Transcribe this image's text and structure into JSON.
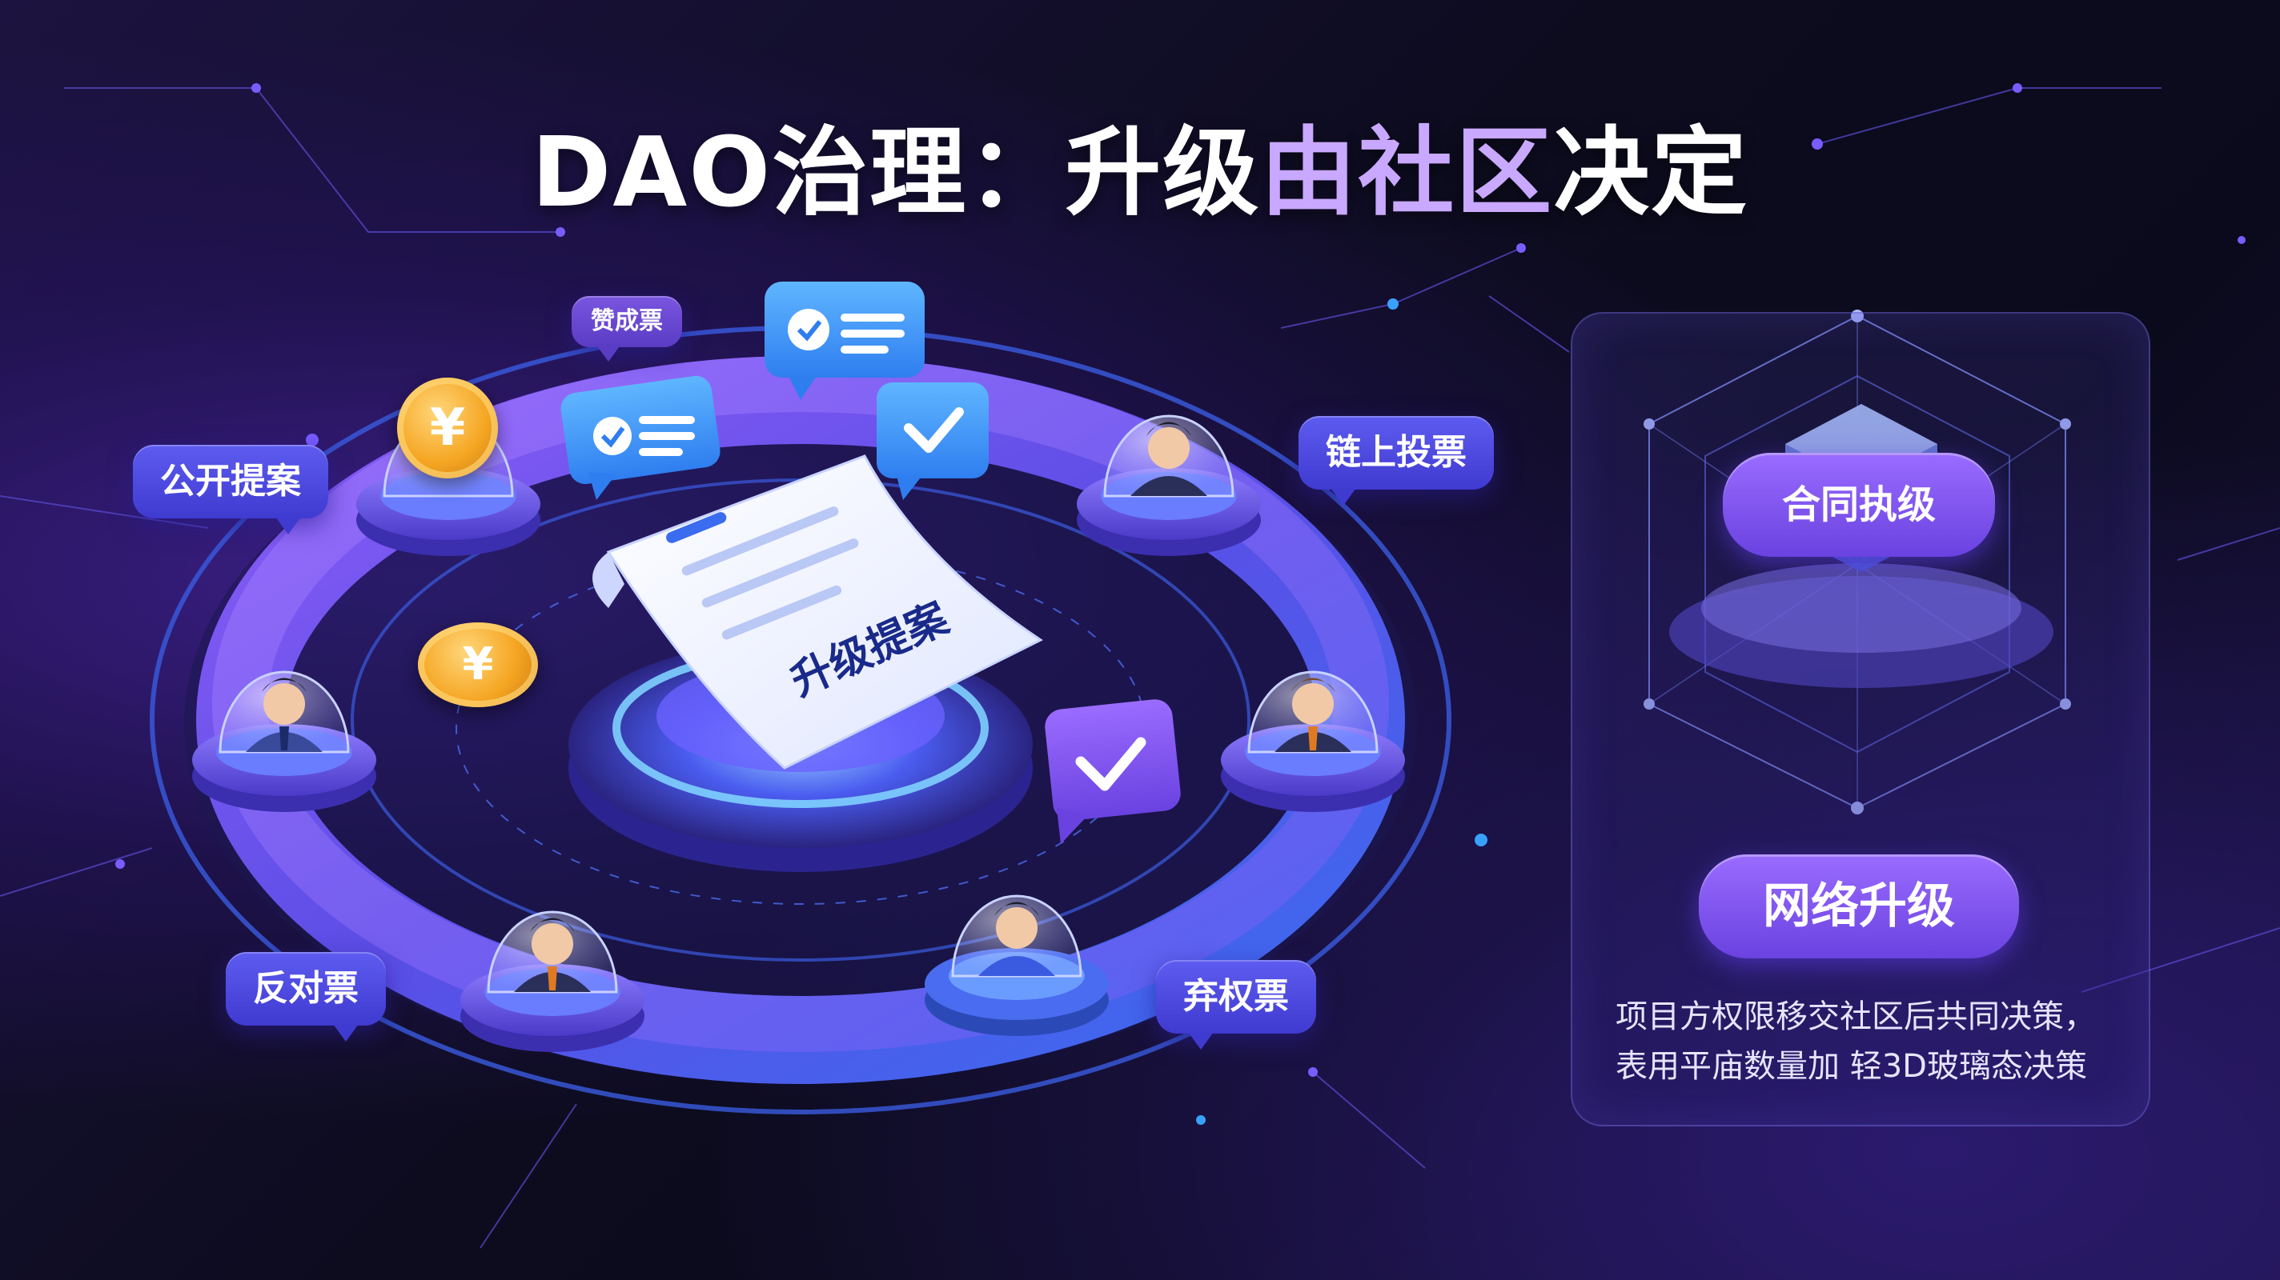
{
  "title": {
    "prefix": "DAO治理：升级",
    "highlight": "由社区",
    "suffix": "决定"
  },
  "labels": {
    "public_proposal": "公开提案",
    "approve_vote": "赞成票",
    "onchain_vote": "链上投票",
    "against_vote": "反对票",
    "abstain_vote": "弃权票"
  },
  "document": {
    "label": "升级提案"
  },
  "coins": {
    "symbol": "¥"
  },
  "panel": {
    "contract_pill": "合同执级",
    "network_pill": "网络升级",
    "description_line1": "项目方权限移交社区后共同决策，",
    "description_line2": "表用平庙数量加 轻3D玻璃态决策"
  },
  "colors": {
    "accent_purple": "#8b5cf6",
    "accent_blue": "#4f46e5",
    "ring_blue": "#5b6cff",
    "coin_gold": "#f5a623",
    "highlight_text": "#c9a8ff"
  },
  "icons": [
    "check-chat-icon",
    "list-chat-icon",
    "coin-icon",
    "person-avatar-icon",
    "hexagon-network-icon"
  ]
}
